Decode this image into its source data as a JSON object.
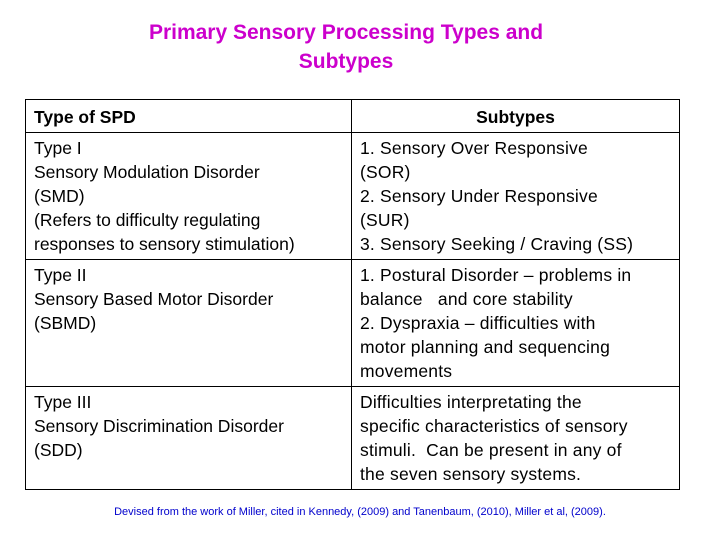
{
  "title": {
    "line1": "Primary Sensory Processing Types and",
    "line2": "Subtypes"
  },
  "colors": {
    "title": "#cc00cc",
    "footer": "#0000cc",
    "border": "#000000"
  },
  "table": {
    "headers": [
      "Type of SPD",
      "Subtypes"
    ],
    "rows": [
      {
        "type_lines": [
          "Type I",
          "Sensory Modulation Disorder",
          "(SMD)",
          "(Refers to difficulty regulating",
          "responses to sensory stimulation)"
        ],
        "subtype_lines": [
          "1. Sensory Over Responsive",
          "(SOR)",
          "2. Sensory Under Responsive",
          "(SUR)",
          "3. Sensory Seeking / Craving (SS)"
        ]
      },
      {
        "type_lines": [
          "Type II",
          "Sensory Based Motor Disorder",
          "(SBMD)"
        ],
        "subtype_lines": [
          "1. Postural Disorder – problems in",
          "balance   and core stability",
          "2. Dyspraxia – difficulties with",
          "motor planning and sequencing",
          "movements"
        ]
      },
      {
        "type_lines": [
          "Type III",
          "Sensory Discrimination Disorder",
          "(SDD)"
        ],
        "subtype_lines": [
          "Difficulties interpretating the",
          "specific characteristics of sensory",
          "stimuli.  Can be present in any of",
          "the seven sensory systems."
        ]
      }
    ]
  },
  "footer": "Devised from the work of Miller, cited in Kennedy, (2009) and Tanenbaum, (2010), Miller et al, (2009)."
}
